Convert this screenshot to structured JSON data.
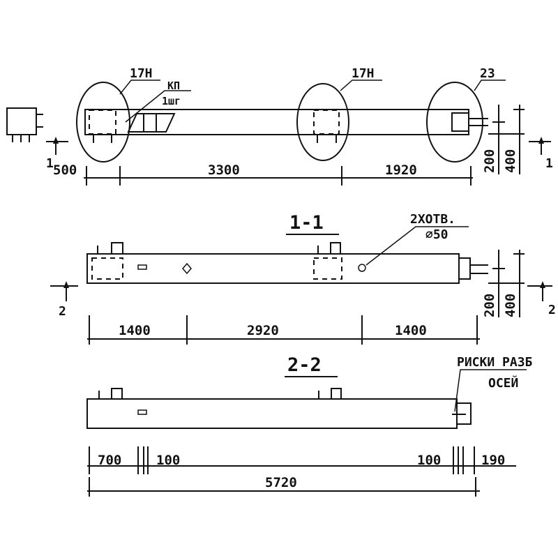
{
  "plan": {
    "callouts": {
      "left_embed": "17Н",
      "center_embed": "17Н",
      "end_embed": "23",
      "kp": "КП",
      "shg": "1шг"
    },
    "dims": {
      "d500": "500",
      "d3300": "3300",
      "d1920": "1920",
      "h200": "200",
      "h400": "400"
    },
    "section_marks": {
      "left": "1",
      "right": "1"
    }
  },
  "section_1_1": {
    "title": "1-1",
    "holes_note_line1": "2ХОТВ.",
    "holes_note_line2": "⌀50",
    "dims": {
      "d1400a": "1400",
      "d2920": "2920",
      "d1400b": "1400",
      "h200": "200",
      "h400": "400"
    },
    "section_marks": {
      "left": "2",
      "right": "2"
    }
  },
  "section_2_2": {
    "title": "2-2",
    "note_line1": "РИСКИ РАЗБ",
    "note_line2": "ОСЕЙ",
    "dims": {
      "d700": "700",
      "d100a": "100",
      "d100b": "100",
      "d190": "190",
      "total": "5720"
    }
  }
}
